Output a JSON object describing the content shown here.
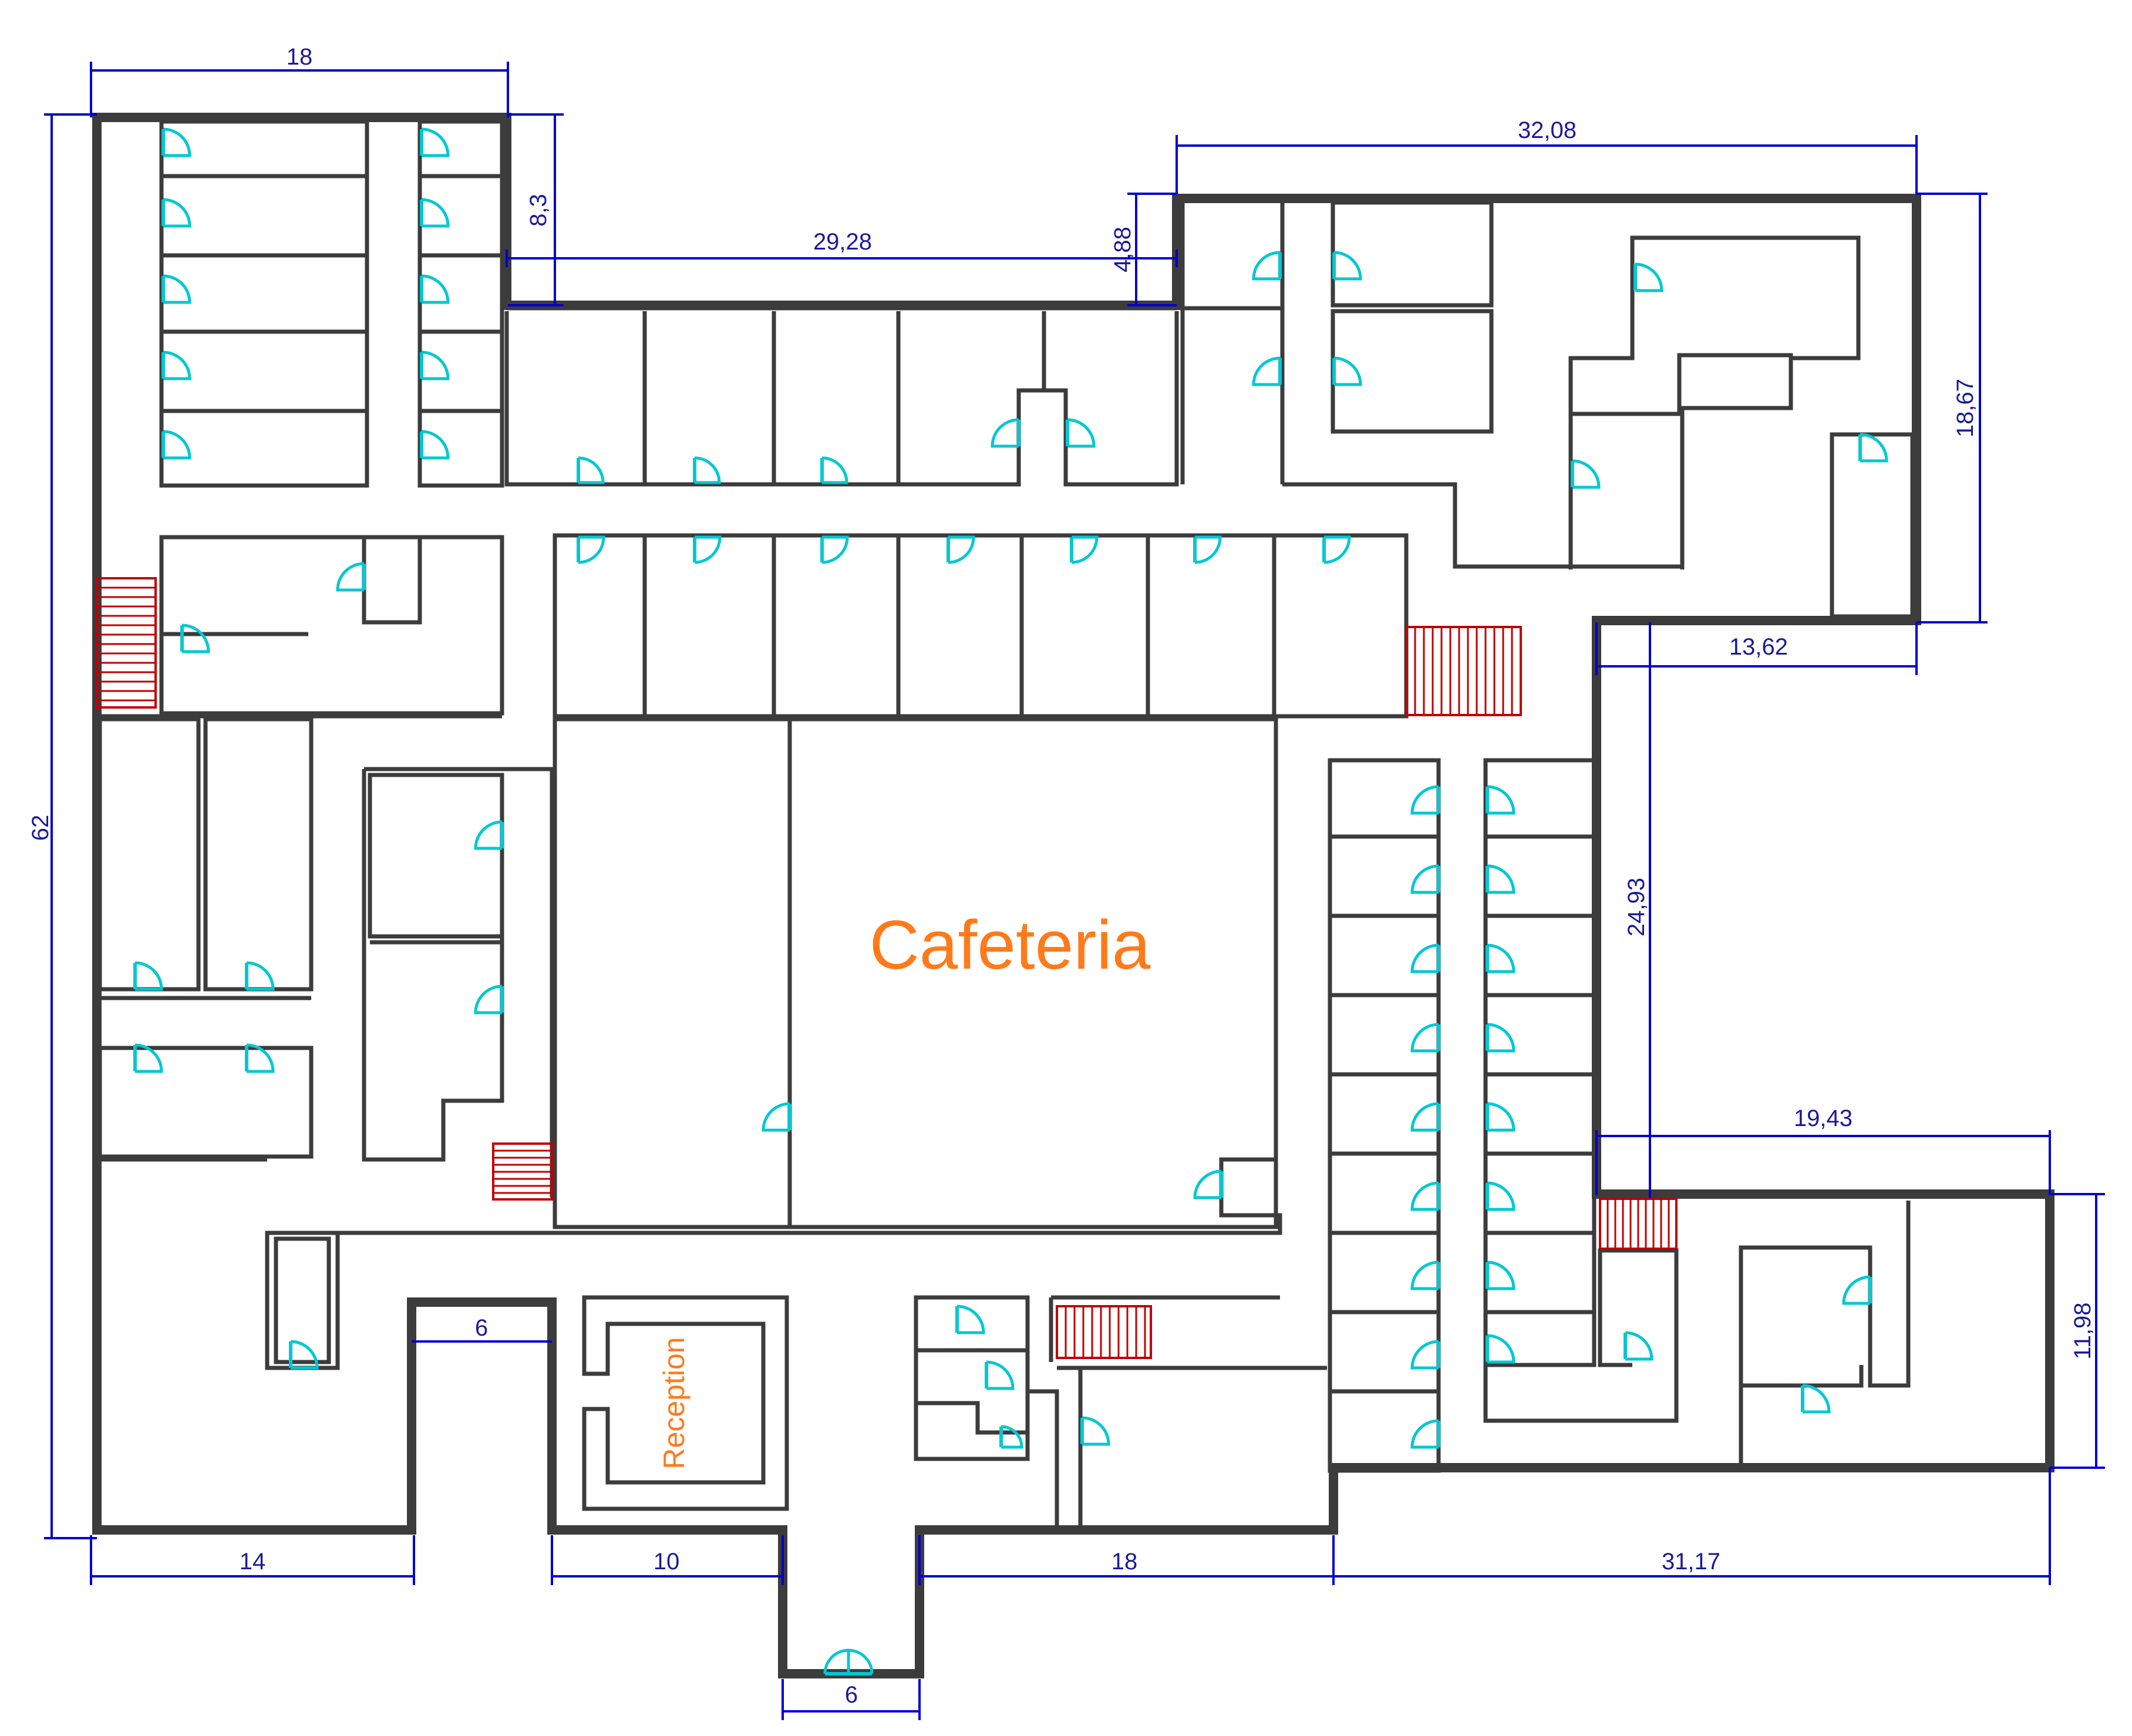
{
  "labels": {
    "cafeteria": "Cafeteria",
    "reception": "Reception"
  },
  "dimensions": {
    "top_left_width": "18",
    "left_height": "62",
    "corridor_drop": "8,3",
    "top_middle_width": "29,28",
    "step_height": "4,88",
    "top_right_width": "32,08",
    "right_wing_height": "18,67",
    "right_wing_width": "13,62",
    "east_connector": "24,93",
    "lower_right_width": "19,43",
    "lower_right_height": "11,98",
    "bottom_left": "14",
    "bottom_notch": "6",
    "bottom_middle": "10",
    "entrance_width": "6",
    "bottom_mid_right": "18",
    "bottom_right": "31,17"
  },
  "colors": {
    "walls": "#3c3c3c",
    "dimensions": "#0000cc",
    "doors": "#00c8d2",
    "stairs": "#c00000",
    "labels": "#ff7a1a"
  }
}
